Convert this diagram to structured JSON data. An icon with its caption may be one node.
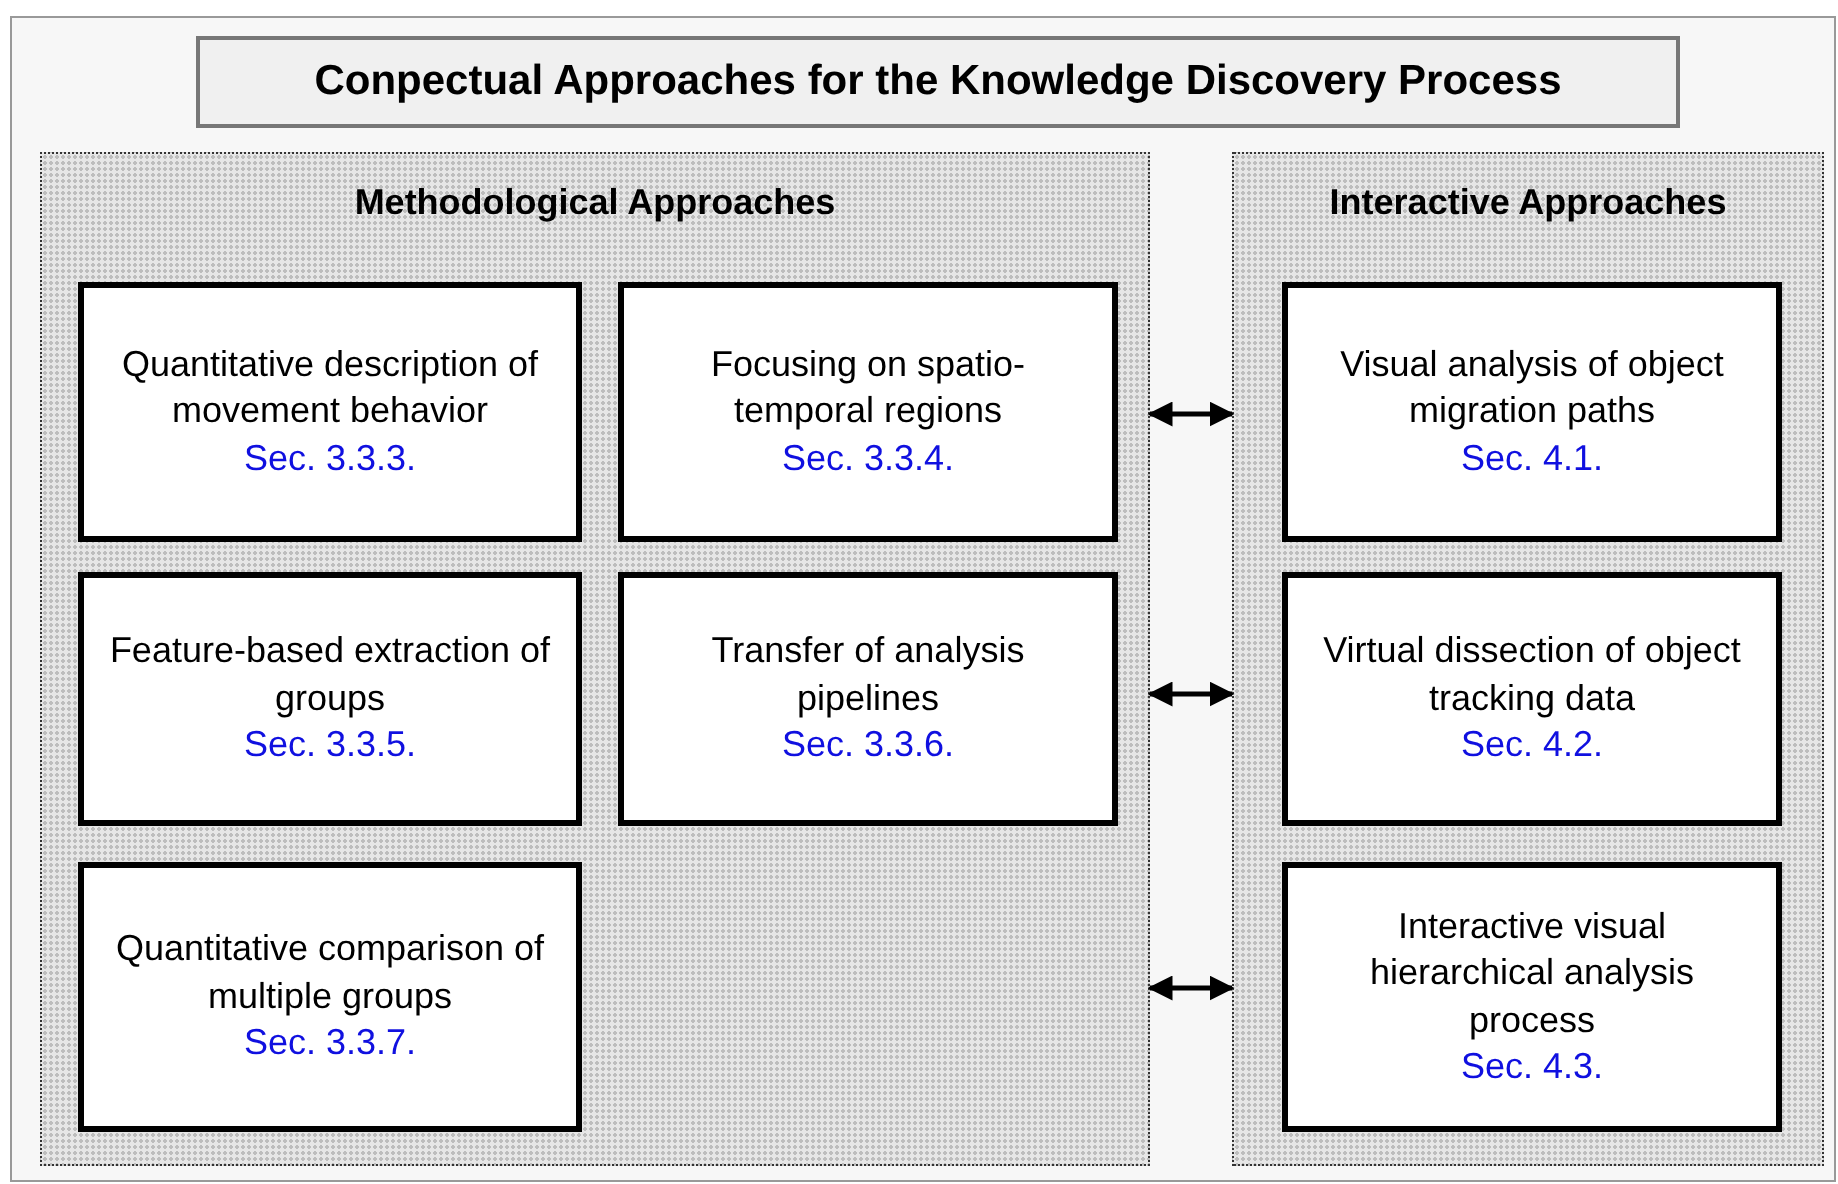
{
  "diagram": {
    "nodes": [
      {
        "text": [
          "Conpectual Approaches for the Knowledge Discovery Process"
        ]
      },
      {
        "text": [
          "Methodological Approaches"
        ]
      },
      {
        "text": [
          "Quantitative description of movement behavior",
          "Sec. 3.3.3."
        ],
        "in": 1
      },
      {
        "text": [
          "Focusing on spatio-temporal regions",
          "Sec. 3.3.4."
        ],
        "in": 1
      },
      {
        "text": [
          "Feature-based extraction of groups",
          "Sec. 3.3.5."
        ],
        "in": 1
      },
      {
        "text": [
          "Transfer of analysis pipelines",
          "Sec. 3.3.6."
        ],
        "in": 1
      },
      {
        "text": [
          "Quantitative comparison of multiple groups",
          "Sec. 3.3.7."
        ],
        "in": 1
      },
      {
        "text": [
          "Interactive Approaches"
        ]
      },
      {
        "text": [
          "Visual analysis of object migration paths",
          "Sec. 4.1."
        ],
        "in": 7
      },
      {
        "text": [
          "Virtual dissection of object tracking data",
          "Sec. 4.2."
        ],
        "in": 7
      },
      {
        "text": [
          "Interactive visual hierarchical analysis process",
          "Sec. 4.3."
        ],
        "in": 7
      }
    ],
    "edges": [
      {
        "from": 1,
        "to": 7,
        "arrow": "both"
      },
      {
        "from": 1,
        "to": 7,
        "arrow": "both"
      },
      {
        "from": 1,
        "to": 7,
        "arrow": "both"
      }
    ]
  }
}
